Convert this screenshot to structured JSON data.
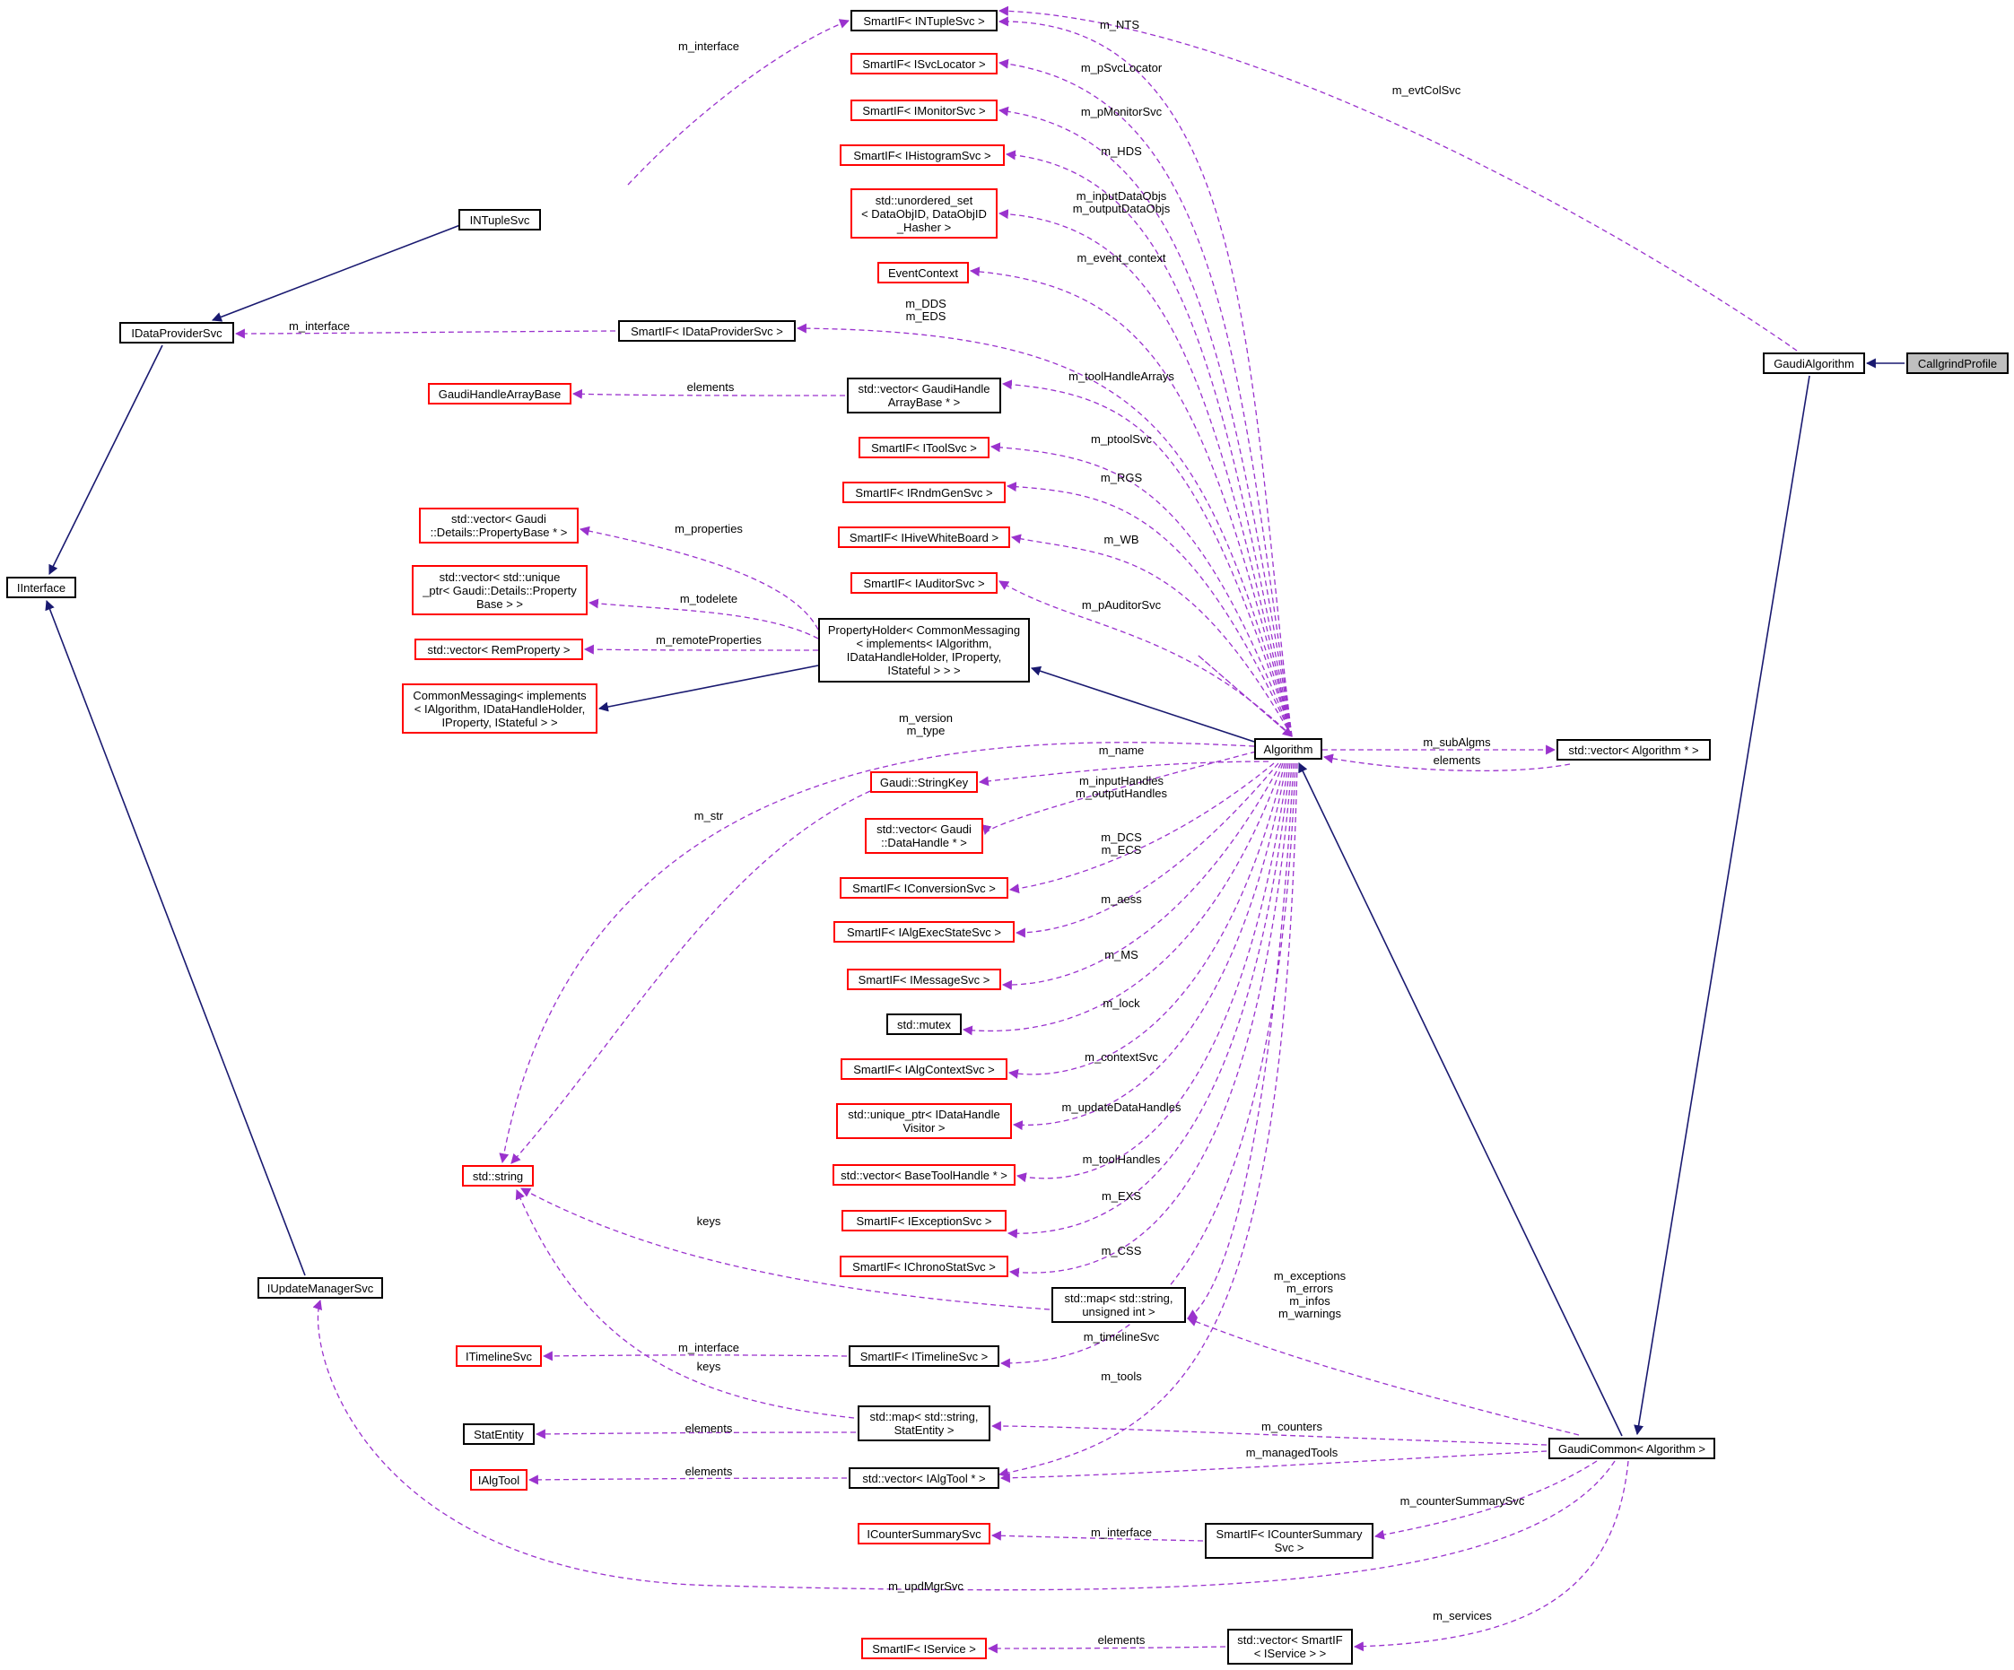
{
  "colors": {
    "inherit": "#191970",
    "usage": "#9a32cd",
    "undocumented_border": "#ff0000",
    "documented_border": "#000000",
    "focus_fill": "#bfbfbf"
  },
  "nodes": {
    "n_callgrind": {
      "label": "CallgrindProfile",
      "style": "focus"
    },
    "n_gaudialg": {
      "label": "GaudiAlgorithm",
      "style": "black"
    },
    "n_algorithm": {
      "label": "Algorithm",
      "style": "black"
    },
    "n_gaudicommon": {
      "label": "GaudiCommon< Algorithm >",
      "style": "black"
    },
    "n_vecalg": {
      "label": "std::vector< Algorithm * >",
      "style": "black"
    },
    "n_sp_ntuple": {
      "label": "SmartIF< INTupleSvc >",
      "style": "black"
    },
    "n_sp_svcloc": {
      "label": "SmartIF< ISvcLocator >",
      "style": "red"
    },
    "n_sp_monitor": {
      "label": "SmartIF< IMonitorSvc >",
      "style": "red"
    },
    "n_sp_histo": {
      "label": "SmartIF< IHistogramSvc >",
      "style": "red"
    },
    "n_uset": {
      "label": "std::unordered_set\n< DataObjID, DataObjID\n_Hasher >",
      "style": "red"
    },
    "n_eventctx": {
      "label": "EventContext",
      "style": "red"
    },
    "n_sp_dataprov": {
      "label": "SmartIF< IDataProviderSvc >",
      "style": "black"
    },
    "n_vec_gha": {
      "label": "std::vector< GaudiHandle\nArrayBase * >",
      "style": "black"
    },
    "n_sp_tool": {
      "label": "SmartIF< IToolSvc >",
      "style": "red"
    },
    "n_sp_rndm": {
      "label": "SmartIF< IRndmGenSvc >",
      "style": "red"
    },
    "n_sp_hive": {
      "label": "SmartIF< IHiveWhiteBoard >",
      "style": "red"
    },
    "n_sp_auditor": {
      "label": "SmartIF< IAuditorSvc >",
      "style": "red"
    },
    "n_propholder": {
      "label": "PropertyHolder< CommonMessaging\n< implements< IAlgorithm,\n IDataHandleHolder, IProperty,\n IStateful > > >",
      "style": "black"
    },
    "n_stringkey": {
      "label": "Gaudi::StringKey",
      "style": "red"
    },
    "n_vec_dh": {
      "label": "std::vector< Gaudi\n::DataHandle * >",
      "style": "red"
    },
    "n_sp_conv": {
      "label": "SmartIF< IConversionSvc >",
      "style": "red"
    },
    "n_sp_aes": {
      "label": "SmartIF< IAlgExecStateSvc >",
      "style": "red"
    },
    "n_sp_msg": {
      "label": "SmartIF< IMessageSvc >",
      "style": "red"
    },
    "n_mutex": {
      "label": "std::mutex",
      "style": "black"
    },
    "n_sp_algctx": {
      "label": "SmartIF< IAlgContextSvc >",
      "style": "red"
    },
    "n_uptr_dhv": {
      "label": "std::unique_ptr< IDataHandle\nVisitor >",
      "style": "red"
    },
    "n_vec_bth": {
      "label": "std::vector< BaseToolHandle * >",
      "style": "red"
    },
    "n_sp_exc": {
      "label": "SmartIF< IExceptionSvc >",
      "style": "red"
    },
    "n_sp_chrono": {
      "label": "SmartIF< IChronoStatSvc >",
      "style": "red"
    },
    "n_map_uint": {
      "label": "std::map< std::string,\n unsigned int >",
      "style": "black"
    },
    "n_sp_timeline": {
      "label": "SmartIF< ITimelineSvc >",
      "style": "black"
    },
    "n_map_stat": {
      "label": "std::map< std::string,\n StatEntity >",
      "style": "black"
    },
    "n_vec_algtool": {
      "label": "std::vector< IAlgTool * >",
      "style": "black"
    },
    "n_sp_csum": {
      "label": "SmartIF< ICounterSummary\nSvc >",
      "style": "black"
    },
    "n_vec_svc": {
      "label": "std::vector< SmartIF\n< IService > >",
      "style": "black"
    },
    "n_intuplesvc": {
      "label": "INTupleSvc",
      "style": "black"
    },
    "n_idataprov": {
      "label": "IDataProviderSvc",
      "style": "black"
    },
    "n_iinterface": {
      "label": "IInterface",
      "style": "black"
    },
    "n_iupdmgr": {
      "label": "IUpdateManagerSvc",
      "style": "black"
    },
    "n_gha_base": {
      "label": "GaudiHandleArrayBase",
      "style": "red"
    },
    "n_vec_propbase": {
      "label": "std::vector< Gaudi\n::Details::PropertyBase * >",
      "style": "red"
    },
    "n_vec_uptr_prop": {
      "label": "std::vector< std::unique\n_ptr< Gaudi::Details::Property\nBase > >",
      "style": "red"
    },
    "n_vec_remprop": {
      "label": "std::vector< RemProperty >",
      "style": "red"
    },
    "n_commonmsg": {
      "label": "CommonMessaging< implements\n< IAlgorithm, IDataHandleHolder,\n IProperty, IStateful > >",
      "style": "red"
    },
    "n_string": {
      "label": "std::string",
      "style": "red"
    },
    "n_itimeline": {
      "label": "ITimelineSvc",
      "style": "red"
    },
    "n_statentity": {
      "label": "StatEntity",
      "style": "black"
    },
    "n_ialgtool": {
      "label": "IAlgTool",
      "style": "red"
    },
    "n_icsum": {
      "label": "ICounterSummarySvc",
      "style": "red"
    },
    "n_sp_iservice": {
      "label": "SmartIF< IService >",
      "style": "red"
    }
  },
  "edge_labels": {
    "e_interface_ntuple": "m_interface",
    "e_evtcolsvc": "m_evtColSvc",
    "e_nts": "m_NTS",
    "e_psvclocator": "m_pSvcLocator",
    "e_pmonitorsvc": "m_pMonitorSvc",
    "e_hds": "m_HDS",
    "e_datobjs": "m_inputDataObjs\nm_outputDataObjs",
    "e_event_context": "m_event_context",
    "e_dds": "m_DDS\nm_EDS",
    "e_interface_dataprov": "m_interface",
    "e_elements_gha": "elements",
    "e_toolhandlearrays": "m_toolHandleArrays",
    "e_ptoolsvc": "m_ptoolSvc",
    "e_rgs": "m_RGS",
    "e_wb": "m_WB",
    "e_properties": "m_properties",
    "e_pauditorsvc": "m_pAuditorSvc",
    "e_todelete": "m_todelete",
    "e_remoteprops": "m_remoteProperties",
    "e_version": "m_version\nm_type",
    "e_name": "m_name",
    "e_subalgms": "m_subAlgms",
    "e_elements_vecalg": "elements",
    "e_str": "m_str",
    "e_handles": "m_inputHandles\nm_outputHandles",
    "e_dcs": "m_DCS\nm_ECS",
    "e_aess": "m_aess",
    "e_ms": "m_MS",
    "e_lock": "m_lock",
    "e_contextsvc": "m_contextSvc",
    "e_updatedh": "m_updateDataHandles",
    "e_toolhandles": "m_toolHandles",
    "e_exs": "m_EXS",
    "e_keys_uint": "keys",
    "e_css": "m_CSS",
    "e_exceptions": "m_exceptions\nm_errors\nm_infos\nm_warnings",
    "e_timelinesvc": "m_timelineSvc",
    "e_interface_timeline": "m_interface",
    "e_keys_stat": "keys",
    "e_tools": "m_tools",
    "e_elements_stat": "elements",
    "e_counters": "m_counters",
    "e_managedtools": "m_managedTools",
    "e_elements_algtool": "elements",
    "e_countersummarysvc": "m_counterSummarySvc",
    "e_interface_csum": "m_interface",
    "e_updmgrsvc": "m_updMgrSvc",
    "e_services": "m_services",
    "e_elements_svc": "elements"
  }
}
